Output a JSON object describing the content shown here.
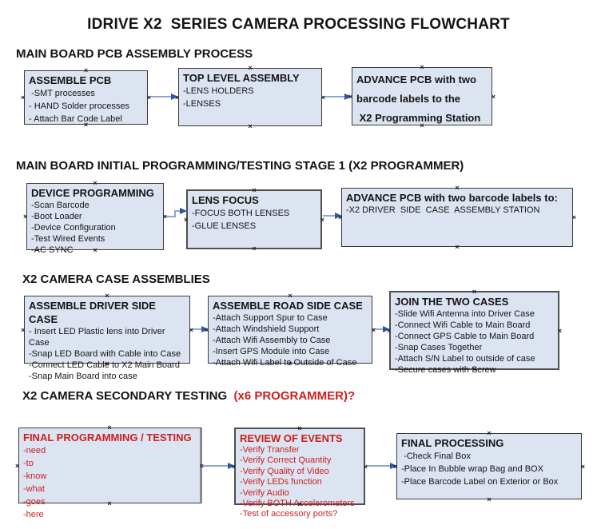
{
  "title": "IDRIVE X2  SERIES CAMERA PROCESSING FLOWCHART",
  "anchor_glyph": "×",
  "colors": {
    "box_fill": "#dce4f1",
    "box_border": "#3a3a3a",
    "connector_line": "#8ea8cc",
    "connector_arrowhead": "#2f55a4",
    "red_text": "#cc1f1f",
    "black_text": "#141414"
  },
  "sections": [
    {
      "heading": "MAIN BOARD PCB ASSEMBLY PROCESS",
      "boxes": [
        {
          "title": "ASSEMBLE PCB",
          "items": [
            " -SMT processes",
            "- HAND Solder processes",
            "- Attach Bar Code Label"
          ]
        },
        {
          "title": "TOP LEVEL ASSEMBLY",
          "items": [
            "-LENS HOLDERS",
            "-LENSES"
          ]
        },
        {
          "title": "ADVANCE PCB with two",
          "items": [
            "barcode labels to the",
            " X2 Programming Station"
          ]
        }
      ]
    },
    {
      "heading": "MAIN BOARD INITIAL PROGRAMMING/TESTING STAGE 1 (X2 PROGRAMMER)",
      "boxes": [
        {
          "title": "DEVICE PROGRAMMING",
          "items": [
            "-Scan Barcode",
            "-Boot Loader",
            "-Device Configuration",
            "-Test Wired Events",
            "-AC SYNC"
          ]
        },
        {
          "title": "LENS FOCUS",
          "items": [
            "-FOCUS BOTH LENSES",
            "-GLUE LENSES"
          ]
        },
        {
          "title": "ADVANCE PCB with two barcode labels to:",
          "items": [
            "-X2 DRIVER  SIDE  CASE  ASSEMBLY STATION"
          ]
        }
      ]
    },
    {
      "heading": "X2 CAMERA CASE ASSEMBLIES",
      "boxes": [
        {
          "title": "ASSEMBLE DRIVER SIDE CASE",
          "items": [
            "- Insert LED Plastic lens into Driver Case",
            "-Snap LED Board with Cable into Case",
            "-Connect LED Cable to X2 Main Board",
            "-Snap Main Board into case"
          ]
        },
        {
          "title": "ASSEMBLE ROAD SIDE CASE",
          "items": [
            "-Attach Support Spur to Case",
            "-Attach Windshield Support",
            "-Attach Wifi Assembly to Case",
            "-Insert GPS Module into Case",
            "-Attach Wifi Label to Outside of Case"
          ]
        },
        {
          "title": "JOIN THE TWO CASES",
          "items": [
            "-Slide Wifi Antenna into Driver Case",
            "-Connect Wifi Cable to Main Board",
            "-Connect GPS Cable to Main Board",
            "-Snap Cases Together",
            "-Attach S/N Label to outside of case",
            "-Secure cases with Screw"
          ]
        }
      ]
    },
    {
      "heading": "X2 CAMERA SECONDARY TESTING ",
      "heading_red": " (x6 PROGRAMMER)?",
      "boxes": [
        {
          "title": "FINAL PROGRAMMING / TESTING",
          "items": [
            "-need",
            "-to",
            "-know",
            "-what",
            "-goes",
            "-here"
          ]
        },
        {
          "title": "REVIEW OF EVENTS",
          "items": [
            "-Verify Transfer",
            "-Verify Correct Quantity",
            "-Verify Quality of Video",
            "-Verify LEDs function",
            "-Verify Audio",
            "-Verify BOTH Accelerometers",
            "-Test of accessory ports?"
          ]
        },
        {
          "title": "FINAL PROCESSING",
          "items": [
            " -Check Final Box",
            "-Place In Bubble wrap Bag and BOX",
            "-Place Barcode Label on Exterior or Box"
          ]
        }
      ]
    }
  ]
}
